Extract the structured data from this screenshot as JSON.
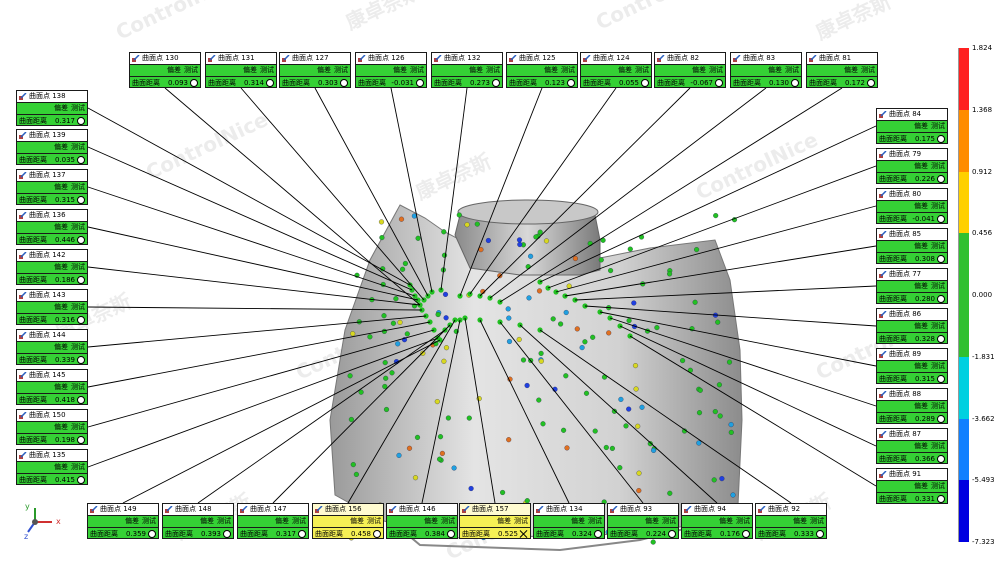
{
  "labels": [
    {
      "id": "130",
      "title": "曲面点 130",
      "hdr_dev": "偏差",
      "hdr_test": "测试",
      "row_label": "曲面距离",
      "value": "0.093",
      "status": "pass"
    },
    {
      "id": "131",
      "title": "曲面点 131",
      "hdr_dev": "偏差",
      "hdr_test": "测试",
      "row_label": "曲面距离",
      "value": "0.314",
      "status": "pass"
    },
    {
      "id": "127",
      "title": "曲面点 127",
      "hdr_dev": "偏差",
      "hdr_test": "测试",
      "row_label": "曲面距离",
      "value": "0.303",
      "status": "pass"
    },
    {
      "id": "126",
      "title": "曲面点 126",
      "hdr_dev": "偏差",
      "hdr_test": "测试",
      "row_label": "曲面距离",
      "value": "-0.031",
      "status": "pass"
    },
    {
      "id": "132",
      "title": "曲面点 132",
      "hdr_dev": "偏差",
      "hdr_test": "测试",
      "row_label": "曲面距离",
      "value": "0.273",
      "status": "pass"
    },
    {
      "id": "125",
      "title": "曲面点 125",
      "hdr_dev": "偏差",
      "hdr_test": "测试",
      "row_label": "曲面距离",
      "value": "0.123",
      "status": "pass"
    },
    {
      "id": "124",
      "title": "曲面点 124",
      "hdr_dev": "偏差",
      "hdr_test": "测试",
      "row_label": "曲面距离",
      "value": "0.055",
      "status": "pass"
    },
    {
      "id": "82",
      "title": "曲面点 82",
      "hdr_dev": "偏差",
      "hdr_test": "测试",
      "row_label": "曲面距离",
      "value": "-0.067",
      "status": "pass"
    },
    {
      "id": "83",
      "title": "曲面点 83",
      "hdr_dev": "偏差",
      "hdr_test": "测试",
      "row_label": "曲面距离",
      "value": "0.130",
      "status": "pass"
    },
    {
      "id": "81",
      "title": "曲面点 81",
      "hdr_dev": "偏差",
      "hdr_test": "测试",
      "row_label": "曲面距离",
      "value": "0.172",
      "status": "pass"
    },
    {
      "id": "138",
      "title": "曲面点 138",
      "hdr_dev": "偏差",
      "hdr_test": "测试",
      "row_label": "曲面距离",
      "value": "0.317",
      "status": "pass"
    },
    {
      "id": "139",
      "title": "曲面点 139",
      "hdr_dev": "偏差",
      "hdr_test": "测试",
      "row_label": "曲面距离",
      "value": "0.035",
      "status": "pass"
    },
    {
      "id": "137",
      "title": "曲面点 137",
      "hdr_dev": "偏差",
      "hdr_test": "测试",
      "row_label": "曲面距离",
      "value": "0.315",
      "status": "pass"
    },
    {
      "id": "136",
      "title": "曲面点 136",
      "hdr_dev": "偏差",
      "hdr_test": "测试",
      "row_label": "曲面距离",
      "value": "0.446",
      "status": "pass"
    },
    {
      "id": "142",
      "title": "曲面点 142",
      "hdr_dev": "偏差",
      "hdr_test": "测试",
      "row_label": "曲面距离",
      "value": "0.186",
      "status": "pass"
    },
    {
      "id": "143",
      "title": "曲面点 143",
      "hdr_dev": "偏差",
      "hdr_test": "测试",
      "row_label": "曲面距离",
      "value": "0.316",
      "status": "pass"
    },
    {
      "id": "144",
      "title": "曲面点 144",
      "hdr_dev": "偏差",
      "hdr_test": "测试",
      "row_label": "曲面距离",
      "value": "0.339",
      "status": "pass"
    },
    {
      "id": "145",
      "title": "曲面点 145",
      "hdr_dev": "偏差",
      "hdr_test": "测试",
      "row_label": "曲面距离",
      "value": "0.418",
      "status": "pass"
    },
    {
      "id": "150",
      "title": "曲面点 150",
      "hdr_dev": "偏差",
      "hdr_test": "测试",
      "row_label": "曲面距离",
      "value": "0.198",
      "status": "pass"
    },
    {
      "id": "135",
      "title": "曲面点 135",
      "hdr_dev": "偏差",
      "hdr_test": "测试",
      "row_label": "曲面距离",
      "value": "0.415",
      "status": "pass"
    },
    {
      "id": "84",
      "title": "曲面点 84",
      "hdr_dev": "偏差",
      "hdr_test": "测试",
      "row_label": "曲面距离",
      "value": "0.175",
      "status": "pass"
    },
    {
      "id": "79",
      "title": "曲面点 79",
      "hdr_dev": "偏差",
      "hdr_test": "测试",
      "row_label": "曲面距离",
      "value": "0.226",
      "status": "pass"
    },
    {
      "id": "80",
      "title": "曲面点 80",
      "hdr_dev": "偏差",
      "hdr_test": "测试",
      "row_label": "曲面距离",
      "value": "-0.041",
      "status": "pass"
    },
    {
      "id": "85",
      "title": "曲面点 85",
      "hdr_dev": "偏差",
      "hdr_test": "测试",
      "row_label": "曲面距离",
      "value": "0.308",
      "status": "pass"
    },
    {
      "id": "77",
      "title": "曲面点 77",
      "hdr_dev": "偏差",
      "hdr_test": "测试",
      "row_label": "曲面距离",
      "value": "0.280",
      "status": "pass"
    },
    {
      "id": "86",
      "title": "曲面点 86",
      "hdr_dev": "偏差",
      "hdr_test": "测试",
      "row_label": "曲面距离",
      "value": "0.328",
      "status": "pass"
    },
    {
      "id": "89",
      "title": "曲面点 89",
      "hdr_dev": "偏差",
      "hdr_test": "测试",
      "row_label": "曲面距离",
      "value": "0.315",
      "status": "pass"
    },
    {
      "id": "88",
      "title": "曲面点 88",
      "hdr_dev": "偏差",
      "hdr_test": "测试",
      "row_label": "曲面距离",
      "value": "0.289",
      "status": "pass"
    },
    {
      "id": "87",
      "title": "曲面点 87",
      "hdr_dev": "偏差",
      "hdr_test": "测试",
      "row_label": "曲面距离",
      "value": "0.366",
      "status": "pass"
    },
    {
      "id": "91",
      "title": "曲面点 91",
      "hdr_dev": "偏差",
      "hdr_test": "测试",
      "row_label": "曲面距离",
      "value": "0.331",
      "status": "pass"
    },
    {
      "id": "149",
      "title": "曲面点 149",
      "hdr_dev": "偏差",
      "hdr_test": "测试",
      "row_label": "曲面距离",
      "value": "0.359",
      "status": "pass"
    },
    {
      "id": "148",
      "title": "曲面点 148",
      "hdr_dev": "偏差",
      "hdr_test": "测试",
      "row_label": "曲面距离",
      "value": "0.393",
      "status": "pass"
    },
    {
      "id": "147",
      "title": "曲面点 147",
      "hdr_dev": "偏差",
      "hdr_test": "测试",
      "row_label": "曲面距离",
      "value": "0.317",
      "status": "pass"
    },
    {
      "id": "156",
      "title": "曲面点 156",
      "hdr_dev": "偏差",
      "hdr_test": "测试",
      "row_label": "曲面距离",
      "value": "0.458",
      "status": "warn"
    },
    {
      "id": "146",
      "title": "曲面点 146",
      "hdr_dev": "偏差",
      "hdr_test": "测试",
      "row_label": "曲面距离",
      "value": "0.384",
      "status": "pass"
    },
    {
      "id": "157",
      "title": "曲面点 157",
      "hdr_dev": "偏差",
      "hdr_test": "测试",
      "row_label": "曲面距离",
      "value": "0.525",
      "status": "fail"
    },
    {
      "id": "134",
      "title": "曲面点 134",
      "hdr_dev": "偏差",
      "hdr_test": "测试",
      "row_label": "曲面距离",
      "value": "0.324",
      "status": "pass"
    },
    {
      "id": "93",
      "title": "曲面点 93",
      "hdr_dev": "偏差",
      "hdr_test": "测试",
      "row_label": "曲面距离",
      "value": "0.224",
      "status": "pass"
    },
    {
      "id": "94",
      "title": "曲面点 94",
      "hdr_dev": "偏差",
      "hdr_test": "测试",
      "row_label": "曲面距离",
      "value": "0.176",
      "status": "pass"
    },
    {
      "id": "92",
      "title": "曲面点 92",
      "hdr_dev": "偏差",
      "hdr_test": "测试",
      "row_label": "曲面距离",
      "value": "0.333",
      "status": "pass"
    }
  ],
  "scale": {
    "ticks": [
      "1.824",
      "1.368",
      "0.912",
      "0.456",
      "0.000",
      "-1.831",
      "-3.662",
      "-5.493",
      "-7.323"
    ],
    "colors": [
      "#ff2020",
      "#ff8c00",
      "#ffd000",
      "#30c030",
      "#30c030",
      "#00d0e0",
      "#1080ff",
      "#0000e0"
    ]
  },
  "axes": {
    "x": "x",
    "y": "y",
    "z": "z"
  },
  "watermark": {
    "cn": "康卓奈斯",
    "en": "ControlNice"
  }
}
